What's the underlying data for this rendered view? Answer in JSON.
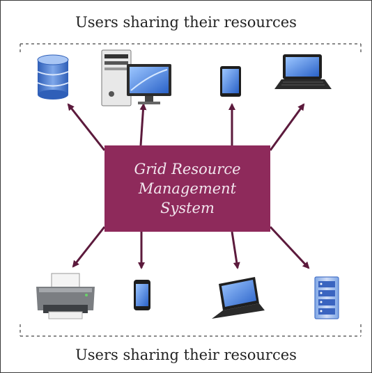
{
  "diagram": {
    "top_caption": "Users sharing their resources",
    "bottom_caption": "Users sharing their resources",
    "hub": {
      "line1": "Grid Resource",
      "line2": "Management",
      "line3": "System"
    },
    "top_devices": [
      "database-icon",
      "desktop-computer-icon",
      "tablet-icon",
      "laptop-icon"
    ],
    "bottom_devices": [
      "printer-icon",
      "smartphone-icon",
      "laptop-icon",
      "server-rack-icon"
    ]
  },
  "colors": {
    "hub": "#8e2a5b",
    "arrow": "#5c1a3c",
    "device_blue": "#4a74c8"
  }
}
